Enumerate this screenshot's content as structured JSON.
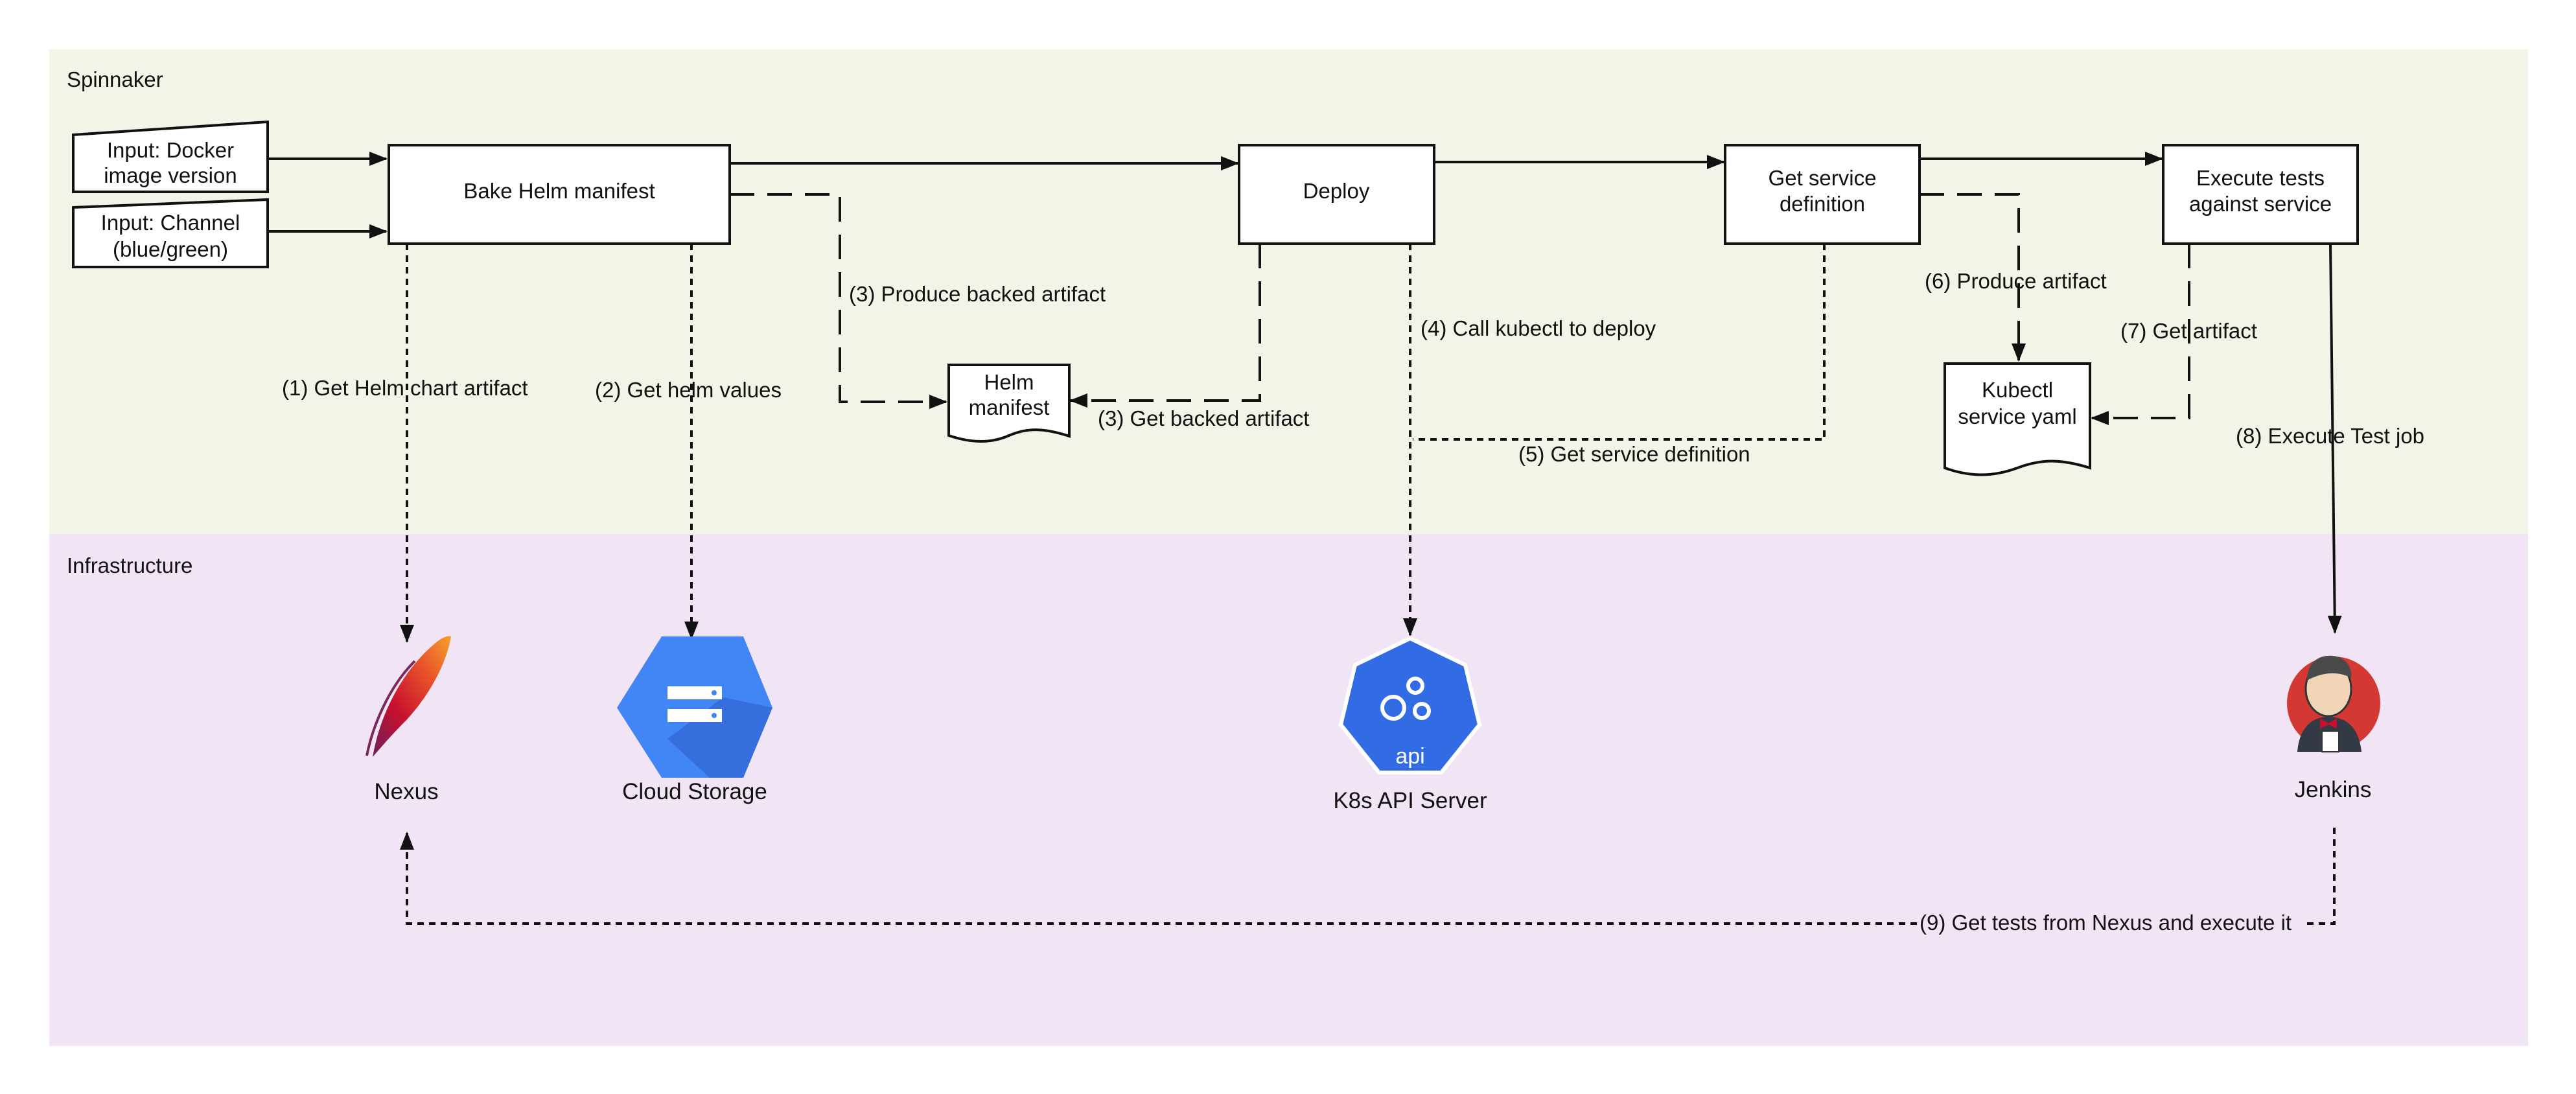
{
  "lanes": {
    "spinnaker": {
      "title": "Spinnaker",
      "color": "#f0f5e7"
    },
    "infrastructure": {
      "title": "Infrastructure",
      "color": "#f1e4f5"
    }
  },
  "inputs": {
    "docker": {
      "line1": "Input: Docker",
      "line2": "image version"
    },
    "channel": {
      "line1": "Input: Channel",
      "line2": "(blue/green)"
    }
  },
  "stages": {
    "bake": {
      "label": "Bake Helm manifest"
    },
    "deploy": {
      "label": "Deploy"
    },
    "get_service": {
      "line1": "Get service",
      "line2": "definition"
    },
    "execute_tests": {
      "line1": "Execute tests",
      "line2": "against service"
    }
  },
  "documents": {
    "helm_manifest": {
      "line1": "Helm",
      "line2": "manifest"
    },
    "kubectl_yaml": {
      "line1": "Kubectl",
      "line2": "service yaml"
    }
  },
  "edges": {
    "get_helm_chart": "(1) Get Helm chart artifact",
    "get_helm_values": "(2) Get helm values",
    "produce_backed": "(3) Produce backed artifact",
    "get_backed": "(3) Get backed artifact",
    "call_kubectl": "(4) Call kubectl to deploy",
    "get_service_definition": "(5) Get service definition",
    "produce_artifact": "(6) Produce artifact",
    "get_artifact": "(7) Get artifact",
    "execute_test_job": "(8) Execute Test job",
    "get_tests": "(9) Get tests from Nexus and execute it"
  },
  "services": {
    "nexus": {
      "label": "Nexus",
      "icon": "apache-feather-icon"
    },
    "cloud_storage": {
      "label": "Cloud Storage",
      "icon": "cloud-storage-icon",
      "color": "#4285f4"
    },
    "k8s_api": {
      "label": "K8s API Server",
      "icon": "kubernetes-api-icon",
      "badge": "api",
      "color": "#326ce5"
    },
    "jenkins": {
      "label": "Jenkins",
      "icon": "jenkins-icon",
      "color": "#d33833"
    }
  }
}
